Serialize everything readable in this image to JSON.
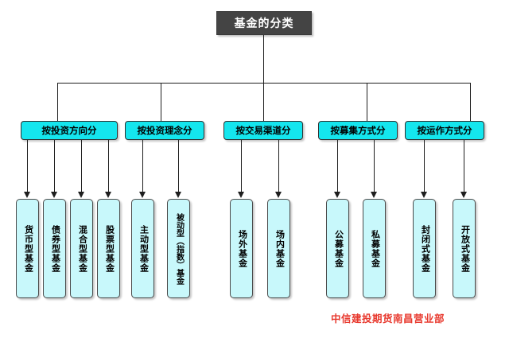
{
  "diagram": {
    "title": "基金的分类",
    "watermark": "中信建投期货南昌营业部",
    "colors": {
      "root_fill": "#444444",
      "root_text": "#ffffff",
      "group_fill": "#14e6ee",
      "leaf_fill": "#c8f8fb",
      "line": "#1e1e1e",
      "watermark": "#e8392e",
      "background": "#ffffff"
    },
    "groups": [
      {
        "label": "按投资方向分",
        "leaves": [
          {
            "label": "货币型基金"
          },
          {
            "label": "债券型基金"
          },
          {
            "label": "混合型基金"
          },
          {
            "label": "股票型基金"
          }
        ]
      },
      {
        "label": "按投资理念分",
        "leaves": [
          {
            "label": "主动型基金"
          },
          {
            "label": "被动型（指数）基金"
          }
        ]
      },
      {
        "label": "按交易渠道分",
        "leaves": [
          {
            "label": "场外基金"
          },
          {
            "label": "场内基金"
          }
        ]
      },
      {
        "label": "按募集方式分",
        "leaves": [
          {
            "label": "公募基金"
          },
          {
            "label": "私募基金"
          }
        ]
      },
      {
        "label": "按运作方式分",
        "leaves": [
          {
            "label": "封闭式基金"
          },
          {
            "label": "开放式基金"
          }
        ]
      }
    ]
  }
}
